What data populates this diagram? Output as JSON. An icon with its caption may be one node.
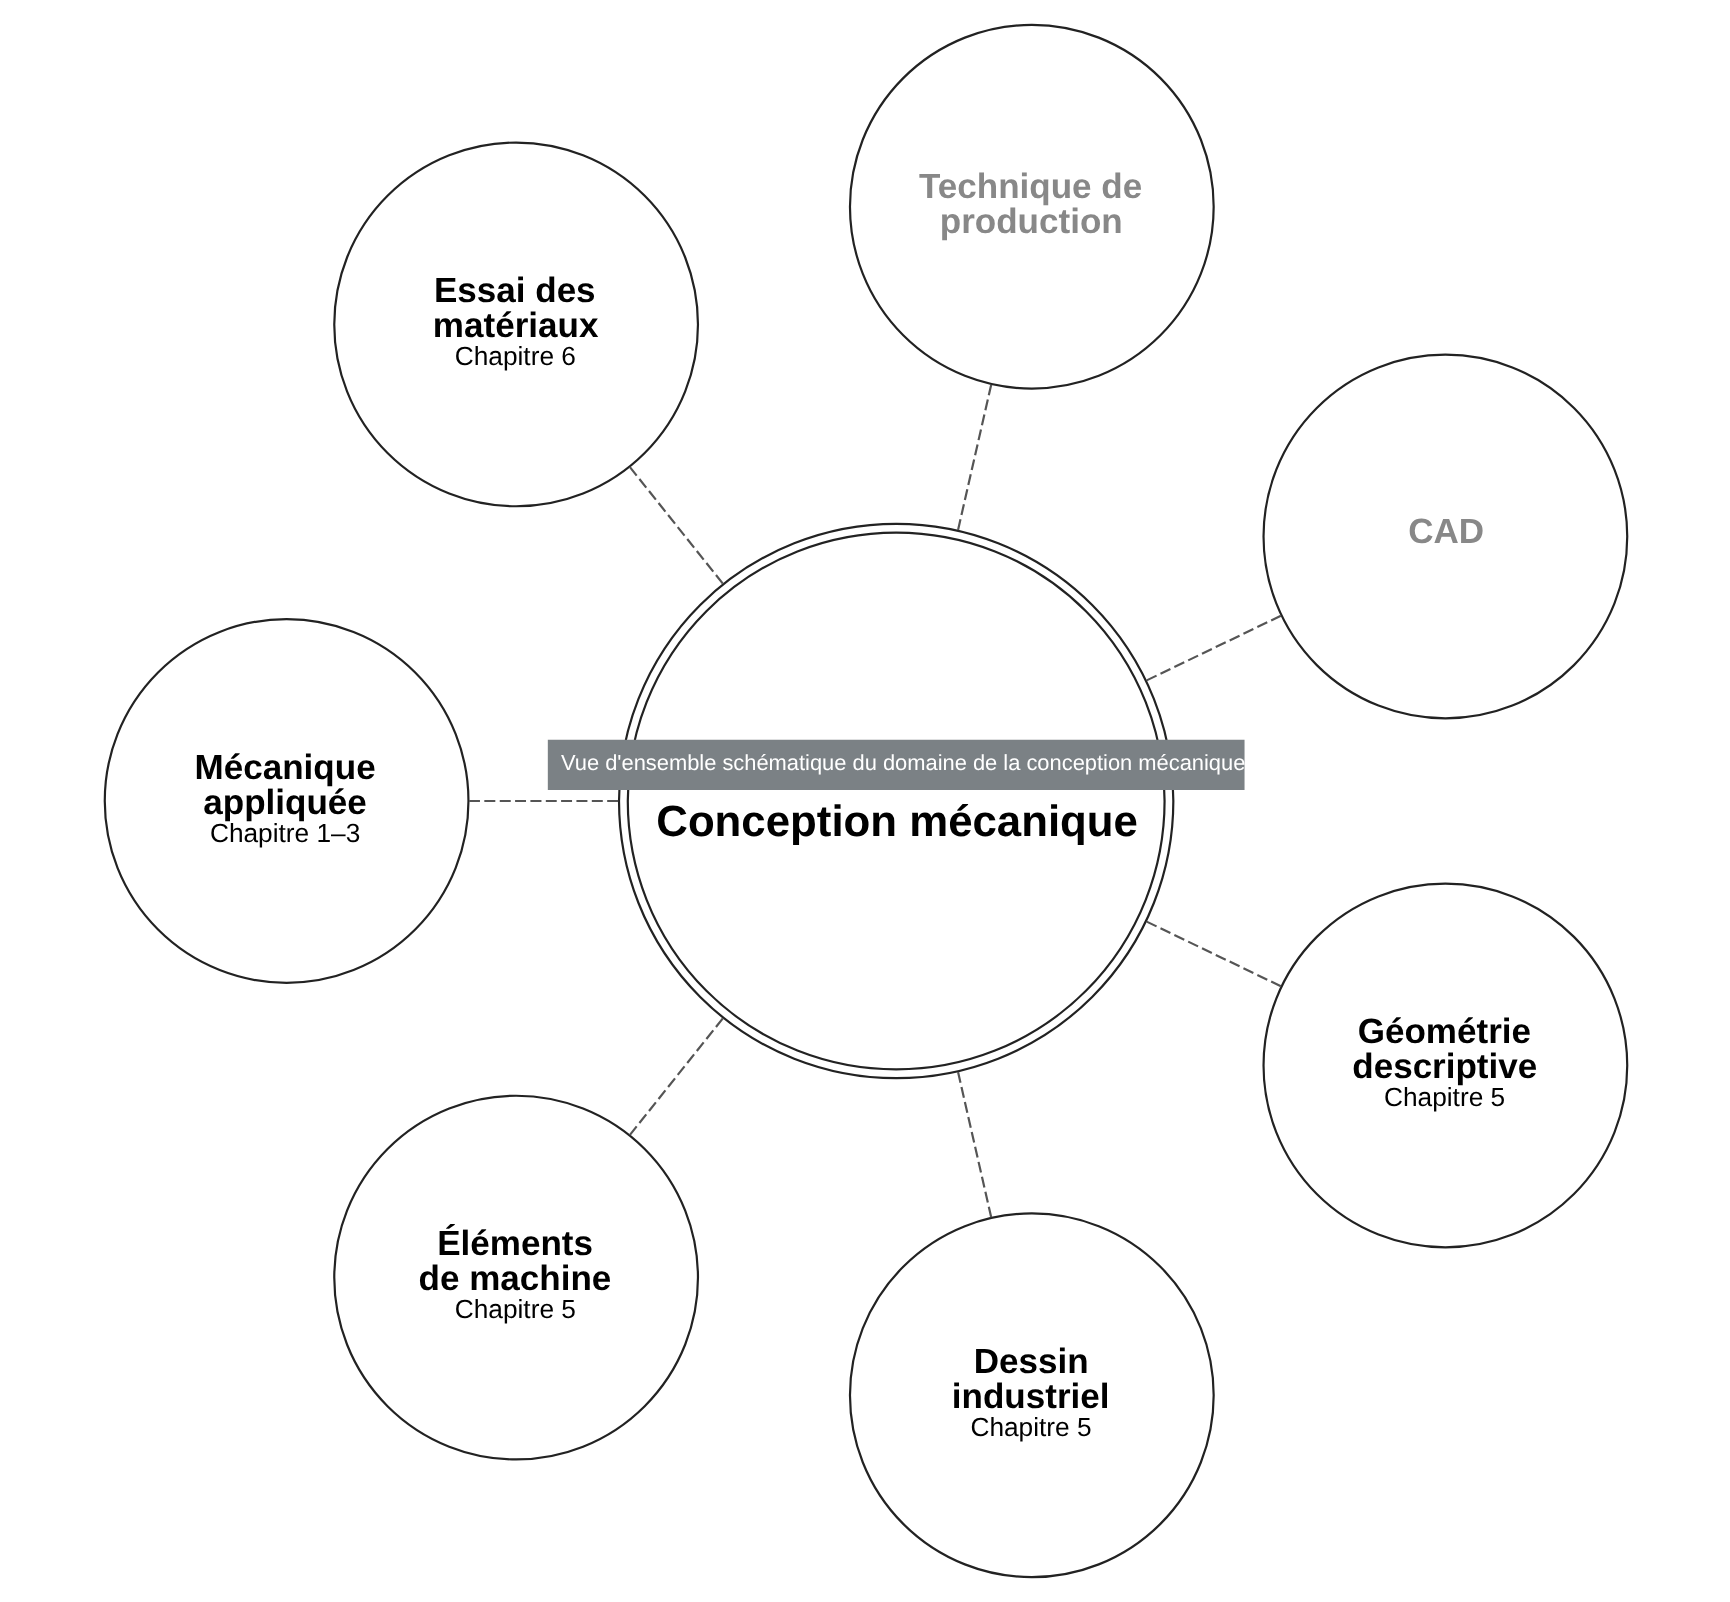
{
  "diagram": {
    "nodes": [
      {
        "text": [
          "Vue d'ensemble schématique du domaine de la conception mécanique",
          "Conception mécanique"
        ]
      },
      {
        "text": [
          "Technique de production"
        ]
      },
      {
        "text": [
          "CAD"
        ]
      },
      {
        "text": [
          "Géométrie descriptive",
          "Chapitre 5"
        ]
      },
      {
        "text": [
          "Dessin industriel",
          "Chapitre 5"
        ]
      },
      {
        "text": [
          "Éléments de machine",
          "Chapitre 5"
        ]
      },
      {
        "text": [
          "Mécanique appliquée",
          "Chapitre 1–3"
        ]
      },
      {
        "text": [
          "Essai des matériaux",
          "Chapitre 6"
        ]
      }
    ],
    "edges": [
      {
        "from": 0,
        "to": 1,
        "arrow": "none",
        "style": "dashed"
      },
      {
        "from": 0,
        "to": 2,
        "arrow": "none",
        "style": "dashed"
      },
      {
        "from": 0,
        "to": 3,
        "arrow": "none",
        "style": "dashed"
      },
      {
        "from": 0,
        "to": 4,
        "arrow": "none",
        "style": "dashed"
      },
      {
        "from": 0,
        "to": 5,
        "arrow": "none",
        "style": "dashed"
      },
      {
        "from": 0,
        "to": 6,
        "arrow": "none",
        "style": "dashed"
      },
      {
        "from": 0,
        "to": 7,
        "arrow": "none",
        "style": "dashed"
      }
    ]
  }
}
